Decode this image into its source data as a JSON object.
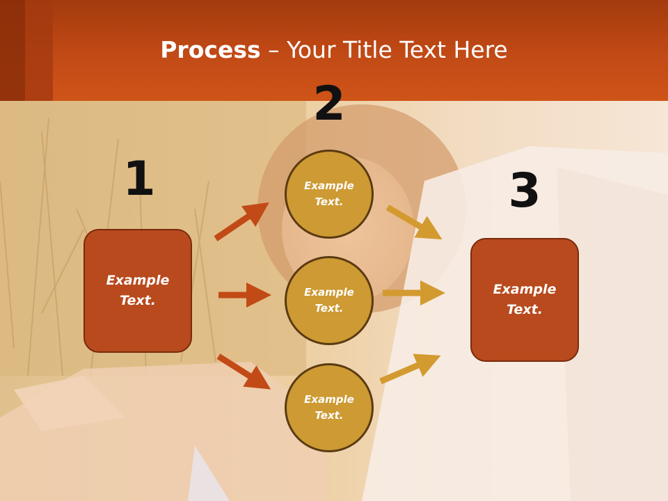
{
  "title": {
    "bold": "Process",
    "rest": " – Your Title Text Here"
  },
  "steps": {
    "one": "1",
    "two": "2",
    "three": "3"
  },
  "boxes": {
    "left": "Example\nText.",
    "right": "Example\nText."
  },
  "circles": {
    "top": "Example\nText.",
    "middle": "Example\nText.",
    "bottom": "Example\nText."
  },
  "colors": {
    "header": "#c24a16",
    "box": "#b84a1d",
    "circle": "#cd9a33",
    "arrow_left": "#c24a16",
    "arrow_right": "#d39a30"
  }
}
